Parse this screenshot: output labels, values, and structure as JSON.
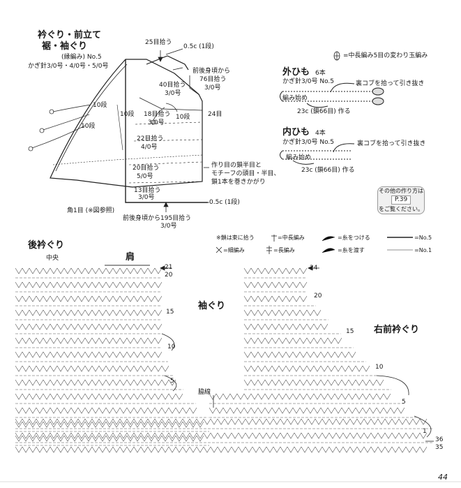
{
  "top_diagram": {
    "title_lines": [
      "衿ぐり・前立て",
      "裾・袖ぐり"
    ],
    "subtitle": "(縁編み) No.5",
    "hooks": "かぎ針3/0号・4/0号・5/0号",
    "label_25": "25目拾う",
    "label_05c_top": "0.5c (1段)",
    "label_76_a": "前後身頃から",
    "label_76_b": "76目拾う",
    "label_76_c": "3/0号",
    "label_40_a": "40目拾う",
    "label_40_b": "3/0号",
    "label_10dan_a": "10段",
    "label_10dan_b": "10段",
    "label_10dan_c": "10段",
    "label_10dan_d": "10段",
    "label_18_a": "18目拾う",
    "label_18_b": "3/0号",
    "label_24": "24目",
    "label_22_a": "22目拾う",
    "label_22_b": "4/0号",
    "label_20_a": "20目拾う",
    "label_20_b": "5/0号",
    "label_13_a": "13目拾う",
    "label_13_b": "3/0号",
    "label_sakusei_a": "作り目の鎖半目と",
    "label_sakusei_b": "モチーフの頭目・半目、",
    "label_sakusei_c": "鎖1本を巻きかがり",
    "label_05c_bottom": "0.5c (1段)",
    "label_corner": "角1目 (※図参照)",
    "label_195": "前後身頃から195目拾う",
    "label_195_b": "3/0号"
  },
  "cords": {
    "legend_bobble": "=中長編み5目の変わり玉編み",
    "outer_title": "外ひも",
    "outer_count": "6本",
    "outer_hook": "かぎ針3/0号 No.5",
    "outer_pull": "裏コブを拾って引き抜き",
    "outer_start": "編み始め",
    "outer_length": "23c (鎖66目) 作る",
    "inner_title": "内ひも",
    "inner_count": "4本",
    "inner_hook": "かぎ針3/0号 No.5",
    "inner_pull": "裏コブを拾って引き抜き",
    "inner_start": "編み始め",
    "inner_length": "23c (鎖66目) 作る"
  },
  "badge": {
    "line1": "その他の作り方は",
    "page": "P.39",
    "line2": "をご覧ください。"
  },
  "legend": {
    "note1": "※鎖は束に拾う",
    "sym_chunaga": "=中長編み",
    "sym_ito_tsukeru": "=糸をつける",
    "sym_no5": "=No.5",
    "sym_komaami": "=細編み",
    "sym_naga": "=長編み",
    "sym_ito_watasu": "=糸を渡す",
    "sym_no1": "=No.1"
  },
  "chart": {
    "back_collar_title": "後衿ぐり",
    "center": "中央",
    "shoulder": "肩",
    "sleeve": "袖ぐり",
    "right_front": "右前衿ぐり",
    "side_seam": "脇線",
    "row_21": "21",
    "row_20": "20",
    "row_15": "15",
    "row_10": "10",
    "row_5": "5",
    "row_24": "24",
    "row_20r": "20",
    "row_15r": "15",
    "row_10r": "10",
    "row_5r": "5",
    "row_1": "1",
    "row_36": "36",
    "row_35": "35",
    "page_number": "44"
  }
}
